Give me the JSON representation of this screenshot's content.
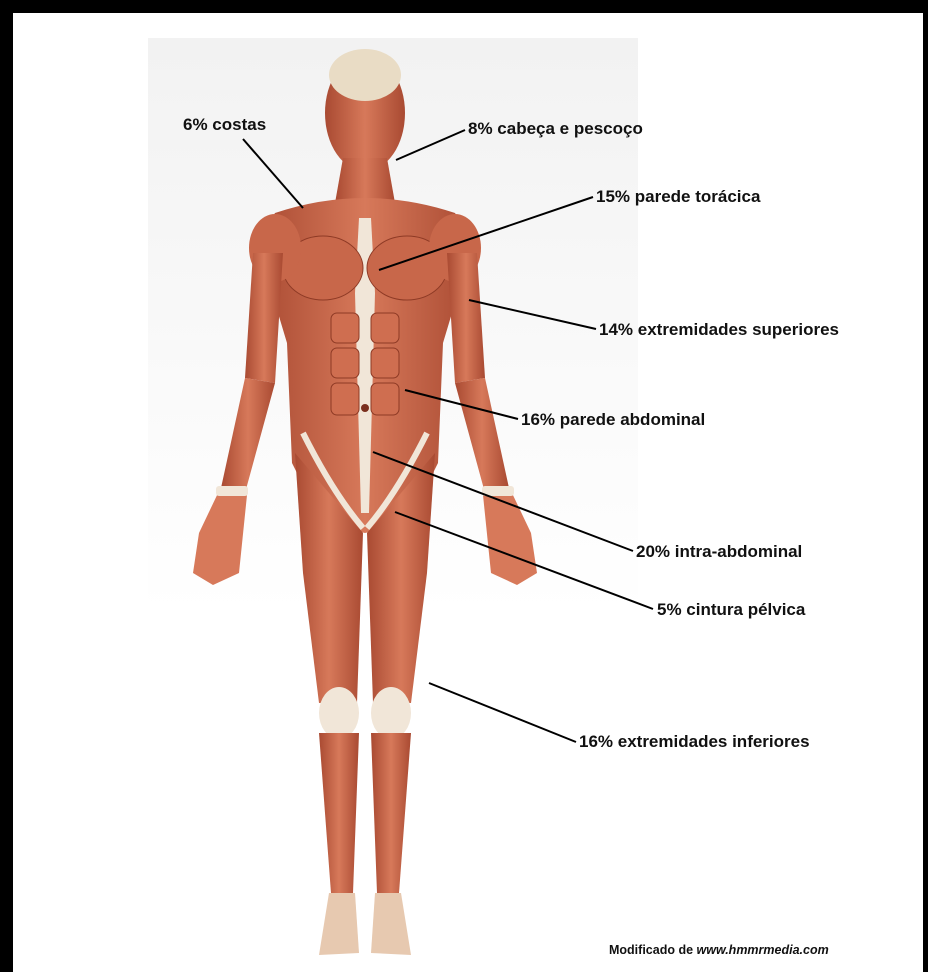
{
  "labels": {
    "costas": "6% costas",
    "cabeca": "8% cabeça e pescoço",
    "toracica": "15% parede torácica",
    "ext_sup": "14% extremidades superiores",
    "abdominal": "16% parede abdominal",
    "intra": "20% intra-abdominal",
    "pelvica": "5% cintura pélvica",
    "ext_inf": "16% extremidades inferiores"
  },
  "credit": {
    "prefix": "Modificado de ",
    "site": "www.hmmrmedia.com"
  },
  "colors": {
    "muscle": "#c8674a",
    "muscle_dark": "#9c3f29",
    "tendon": "#f1e6d8",
    "skin_bg": "#f6f6f6",
    "frame": "#000000"
  }
}
